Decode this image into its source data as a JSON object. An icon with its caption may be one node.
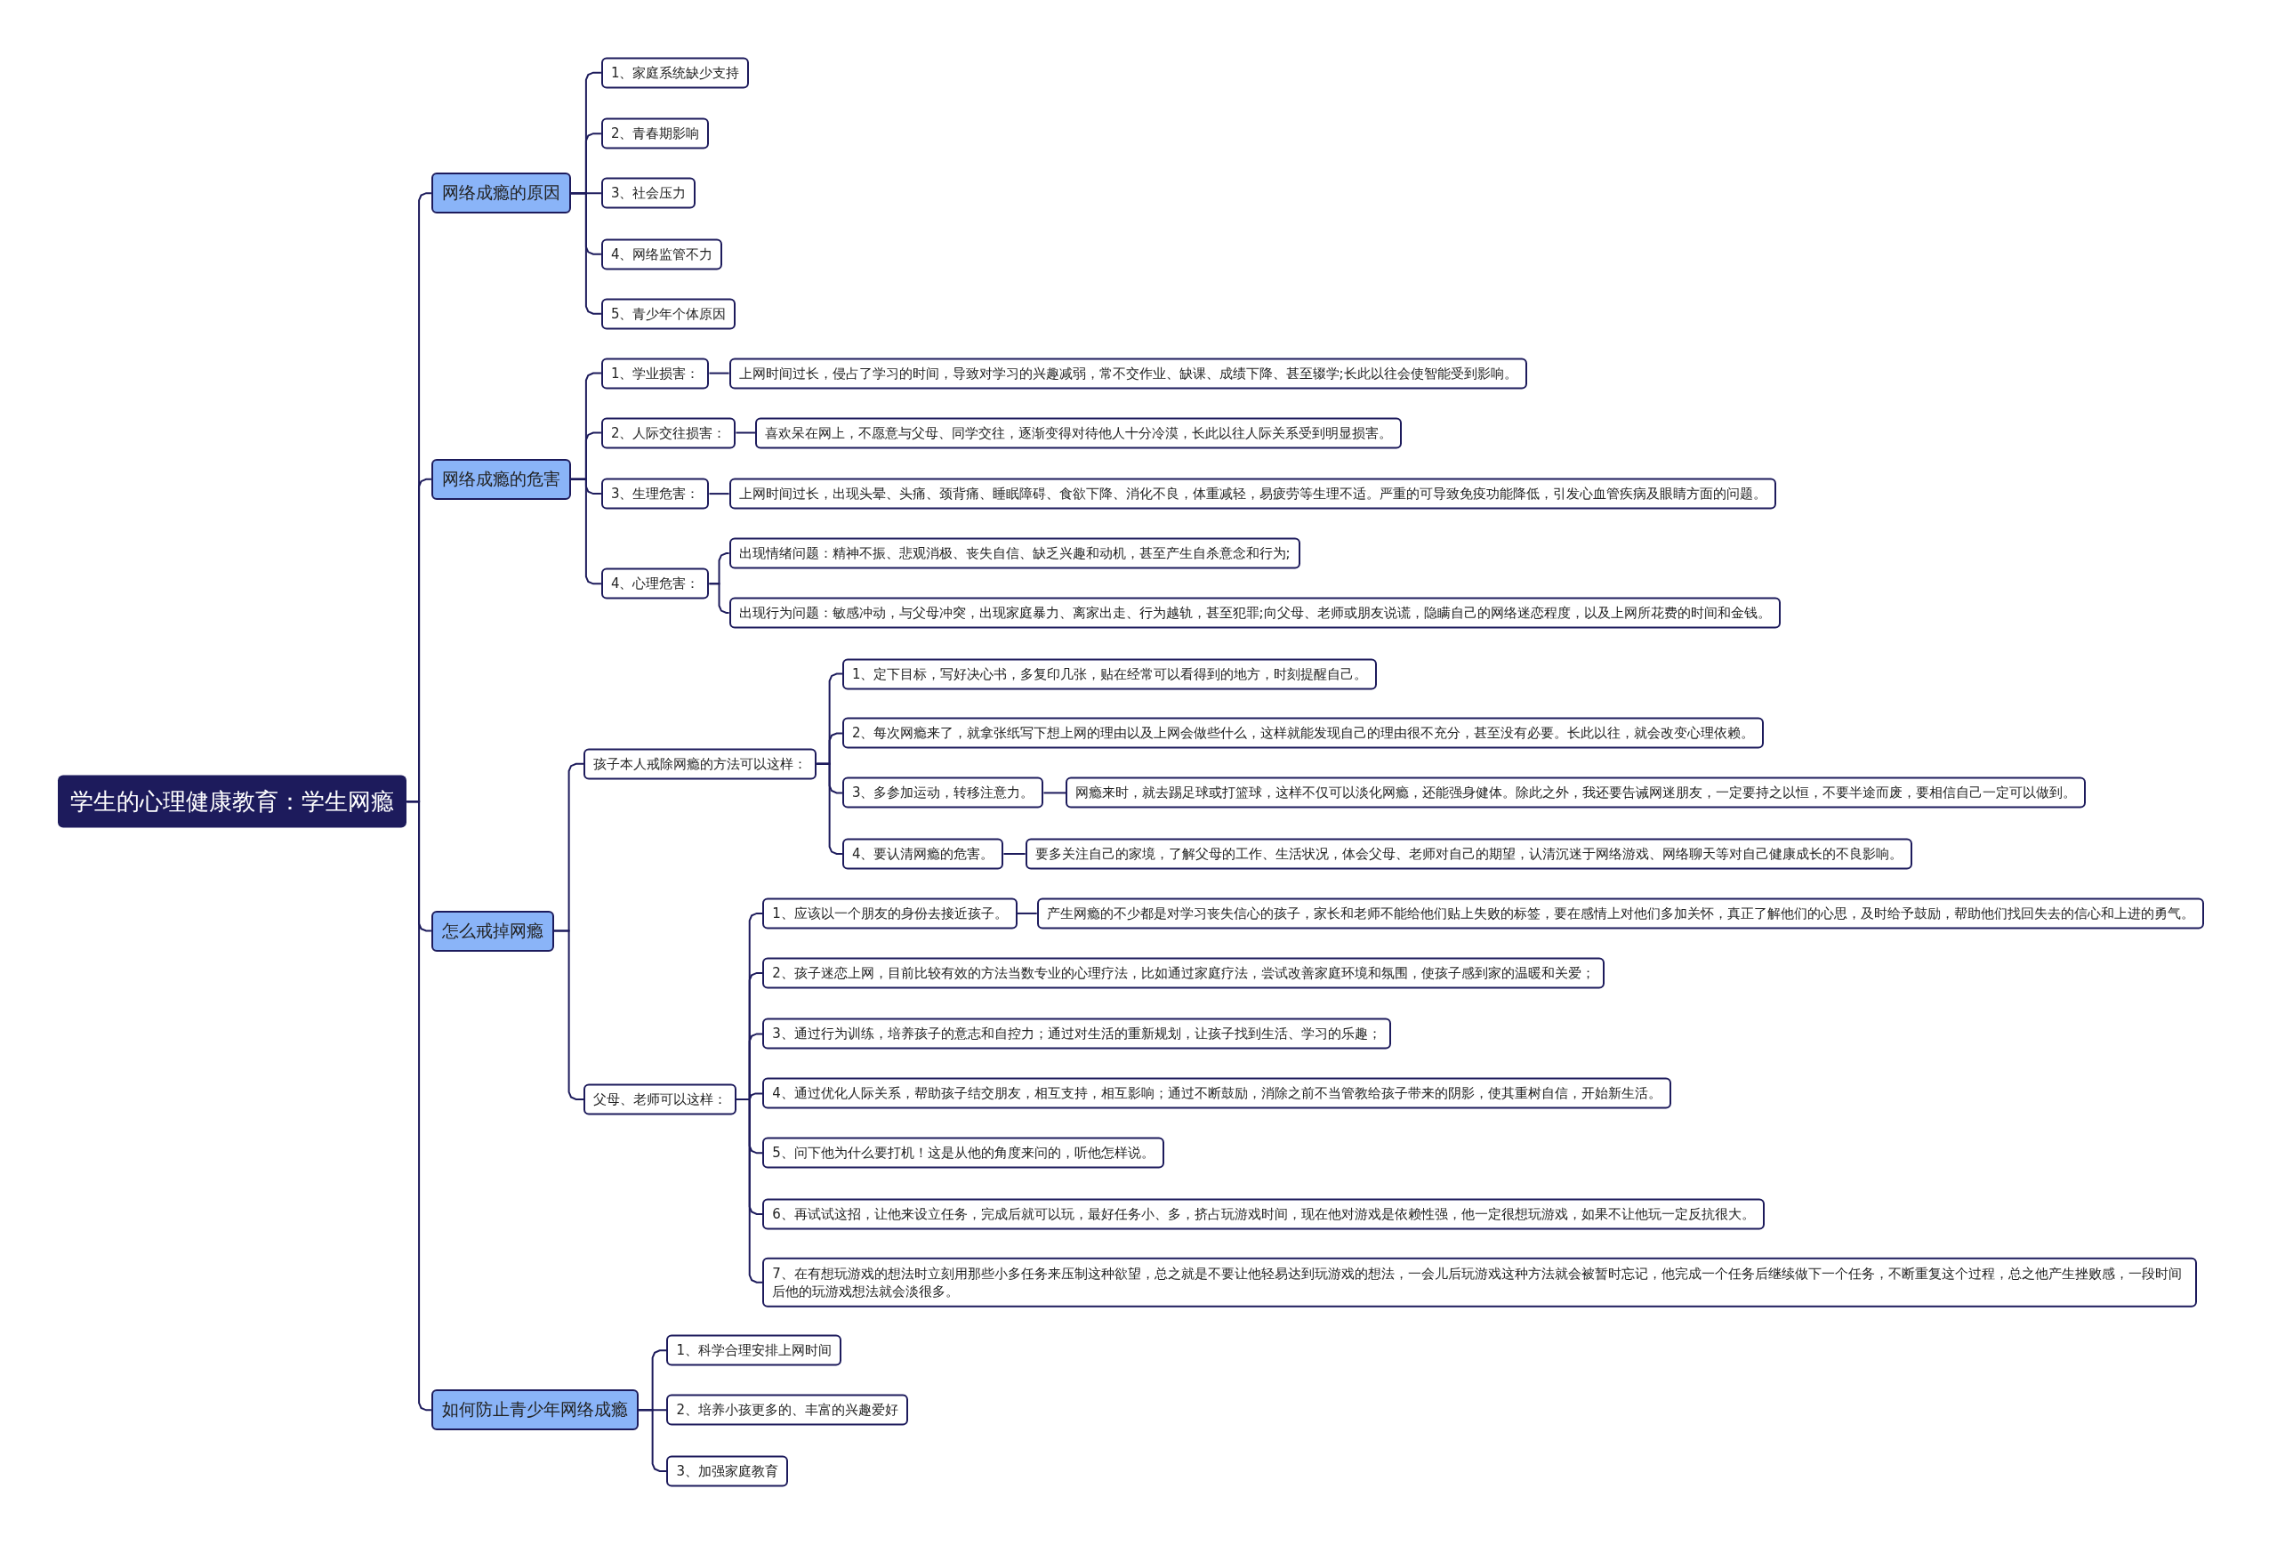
{
  "diagram": {
    "nodes": [
      {
        "text": [
          "学生的心理健康教育：学生网瘾"
        ]
      },
      {
        "text": [
          "网络成瘾的原因"
        ]
      },
      {
        "text": [
          "1、家庭系统缺少支持"
        ]
      },
      {
        "text": [
          "2、青春期影响"
        ]
      },
      {
        "text": [
          "3、社会压力"
        ]
      },
      {
        "text": [
          "4、网络监管不力"
        ]
      },
      {
        "text": [
          "5、青少年个体原因"
        ]
      },
      {
        "text": [
          "网络成瘾的危害"
        ]
      },
      {
        "text": [
          "1、学业损害："
        ]
      },
      {
        "text": [
          "上网时间过长，侵占了学习的时间，导致对学习的兴趣减弱，常不交作业、缺课、成绩下降、甚至辍学;长此以往会使智能受到影响。"
        ]
      },
      {
        "text": [
          "2、人际交往损害："
        ]
      },
      {
        "text": [
          "喜欢呆在网上，不愿意与父母、同学交往，逐渐变得对待他人十分冷漠，长此以往人际关系受到明显损害。"
        ]
      },
      {
        "text": [
          "3、生理危害："
        ]
      },
      {
        "text": [
          "上网时间过长，出现头晕、头痛、颈背痛、睡眠障碍、食欲下降、消化不良，体重减轻，易疲劳等生理不适。严重的可导致免疫功能降低，引发心血管疾病及眼睛方面的问题。"
        ]
      },
      {
        "text": [
          "4、心理危害："
        ]
      },
      {
        "text": [
          "出现情绪问题：精神不振、悲观消极、丧失自信、缺乏兴趣和动机，甚至产生自杀意念和行为;"
        ]
      },
      {
        "text": [
          "出现行为问题：敏感冲动，与父母冲突，出现家庭暴力、离家出走、行为越轨，甚至犯罪;向父母、老师或朋友说谎，隐瞒自己的网络迷恋程度，以及上网所花费的时间和金钱。"
        ]
      },
      {
        "text": [
          "怎么戒掉网瘾"
        ]
      },
      {
        "text": [
          "孩子本人戒除网瘾的方法可以这样："
        ]
      },
      {
        "text": [
          "1、定下目标，写好决心书，多复印几张，贴在经常可以看得到的地方，时刻提醒自己。"
        ]
      },
      {
        "text": [
          "2、每次网瘾来了，就拿张纸写下想上网的理由以及上网会做些什么，这样就能发现自己的理由很不充分，甚至没有必要。长此以往，就会改变心理依赖。"
        ]
      },
      {
        "text": [
          "3、多参加运动，转移注意力。"
        ]
      },
      {
        "text": [
          "网瘾来时，就去踢足球或打篮球，这样不仅可以淡化网瘾，还能强身健体。除此之外，我还要告诫网迷朋友，一定要持之以恒，不要半途而废，要相信自己一定可以做到。"
        ]
      },
      {
        "text": [
          "4、要认清网瘾的危害。"
        ]
      },
      {
        "text": [
          "要多关注自己的家境，了解父母的工作、生活状况，体会父母、老师对自己的期望，认清沉迷于网络游戏、网络聊天等对自己健康成长的不良影响。"
        ]
      },
      {
        "text": [
          "父母、老师可以这样："
        ]
      },
      {
        "text": [
          "1、应该以一个朋友的身份去接近孩子。"
        ]
      },
      {
        "text": [
          "产生网瘾的不少都是对学习丧失信心的孩子，家长和老师不能给他们贴上失败的标签，要在感情上对他们多加关怀，真正了解他们的心思，及时给予鼓励，帮助他们找回失去的信心和上进的勇气。"
        ]
      },
      {
        "text": [
          "2、孩子迷恋上网，目前比较有效的方法当数专业的心理疗法，比如通过家庭疗法，尝试改善家庭环境和氛围，使孩子感到家的温暖和关爱；"
        ]
      },
      {
        "text": [
          "3、通过行为训练，培养孩子的意志和自控力；通过对生活的重新规划，让孩子找到生活、学习的乐趣；"
        ]
      },
      {
        "text": [
          "4、通过优化人际关系，帮助孩子结交朋友，相互支持，相互影响；通过不断鼓励，消除之前不当管教给孩子带来的阴影，使其重树自信，开始新生活。"
        ]
      },
      {
        "text": [
          "5、问下他为什么要打机！这是从他的角度来问的，听他怎样说。"
        ]
      },
      {
        "text": [
          "6、再试试这招，让他来设立任务，完成后就可以玩，最好任务小、多，挤占玩游戏时间，现在他对游戏是依赖性强，他一定很想玩游戏，如果不让他玩一定反抗很大。"
        ]
      },
      {
        "text": [
          "7、在有想玩游戏的想法时立刻用那些小多任务来压制这种欲望，总之就是不要让他轻易达到玩游戏的想法，一会儿后玩游戏这种方法就会被暂时忘记，他完成一个任务后继续做下一个任务，不断重复这个过程，总之他产生挫败感，一段时间后他的玩游戏想法就会淡很多。"
        ]
      },
      {
        "text": [
          "如何防止青少年网络成瘾"
        ]
      },
      {
        "text": [
          "1、科学合理安排上网时间"
        ]
      },
      {
        "text": [
          "2、培养小孩更多的、丰富的兴趣爱好"
        ]
      },
      {
        "text": [
          "3、加强家庭教育"
        ]
      }
    ],
    "edges": [
      {
        "from": 0,
        "to": 1,
        "arrow": "none"
      },
      {
        "from": 0,
        "to": 7,
        "arrow": "none"
      },
      {
        "from": 0,
        "to": 17,
        "arrow": "none"
      },
      {
        "from": 0,
        "to": 34,
        "arrow": "none"
      },
      {
        "from": 1,
        "to": 2,
        "arrow": "none"
      },
      {
        "from": 1,
        "to": 3,
        "arrow": "none"
      },
      {
        "from": 1,
        "to": 4,
        "arrow": "none"
      },
      {
        "from": 1,
        "to": 5,
        "arrow": "none"
      },
      {
        "from": 1,
        "to": 6,
        "arrow": "none"
      },
      {
        "from": 7,
        "to": 8,
        "arrow": "none"
      },
      {
        "from": 7,
        "to": 10,
        "arrow": "none"
      },
      {
        "from": 7,
        "to": 12,
        "arrow": "none"
      },
      {
        "from": 7,
        "to": 14,
        "arrow": "none"
      },
      {
        "from": 8,
        "to": 9,
        "arrow": "none"
      },
      {
        "from": 10,
        "to": 11,
        "arrow": "none"
      },
      {
        "from": 12,
        "to": 13,
        "arrow": "none"
      },
      {
        "from": 14,
        "to": 15,
        "arrow": "none"
      },
      {
        "from": 14,
        "to": 16,
        "arrow": "none"
      },
      {
        "from": 17,
        "to": 18,
        "arrow": "none"
      },
      {
        "from": 17,
        "to": 25,
        "arrow": "none"
      },
      {
        "from": 18,
        "to": 19,
        "arrow": "none"
      },
      {
        "from": 18,
        "to": 20,
        "arrow": "none"
      },
      {
        "from": 18,
        "to": 21,
        "arrow": "none"
      },
      {
        "from": 18,
        "to": 23,
        "arrow": "none"
      },
      {
        "from": 21,
        "to": 22,
        "arrow": "none"
      },
      {
        "from": 23,
        "to": 24,
        "arrow": "none"
      },
      {
        "from": 25,
        "to": 26,
        "arrow": "none"
      },
      {
        "from": 25,
        "to": 28,
        "arrow": "none"
      },
      {
        "from": 25,
        "to": 29,
        "arrow": "none"
      },
      {
        "from": 25,
        "to": 30,
        "arrow": "none"
      },
      {
        "from": 25,
        "to": 31,
        "arrow": "none"
      },
      {
        "from": 25,
        "to": 32,
        "arrow": "none"
      },
      {
        "from": 25,
        "to": 33,
        "arrow": "none"
      },
      {
        "from": 26,
        "to": 27,
        "arrow": "none"
      },
      {
        "from": 34,
        "to": 35,
        "arrow": "none"
      },
      {
        "from": 34,
        "to": 36,
        "arrow": "none"
      },
      {
        "from": 34,
        "to": 37,
        "arrow": "none"
      }
    ]
  }
}
